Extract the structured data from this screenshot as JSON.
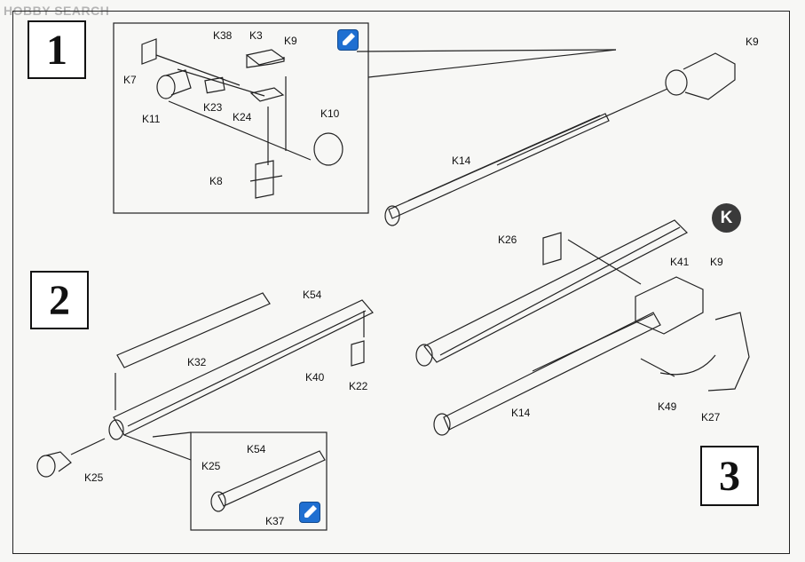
{
  "watermark": "HOBBY SEARCH",
  "steps": [
    "1",
    "2",
    "3"
  ],
  "badge": "K",
  "icons": [
    "glue-icon",
    "glue-icon"
  ],
  "labels": {
    "k38": "K38",
    "k3": "K3",
    "k9_detail": "K9",
    "k7": "K7",
    "k23": "K23",
    "k24": "K24",
    "k11": "K11",
    "k10": "K10",
    "k8": "K8",
    "k9_top": "K9",
    "k14_top": "K14",
    "k26": "K26",
    "k41": "K41",
    "k9_mid": "K9",
    "k54": "K54",
    "k40": "K40",
    "k32": "K32",
    "k22": "K22",
    "k25": "K25",
    "k54_detail": "K54",
    "k25_detail": "K25",
    "k37": "K37",
    "k14_bottom": "K14",
    "k49": "K49",
    "k27": "K27"
  }
}
